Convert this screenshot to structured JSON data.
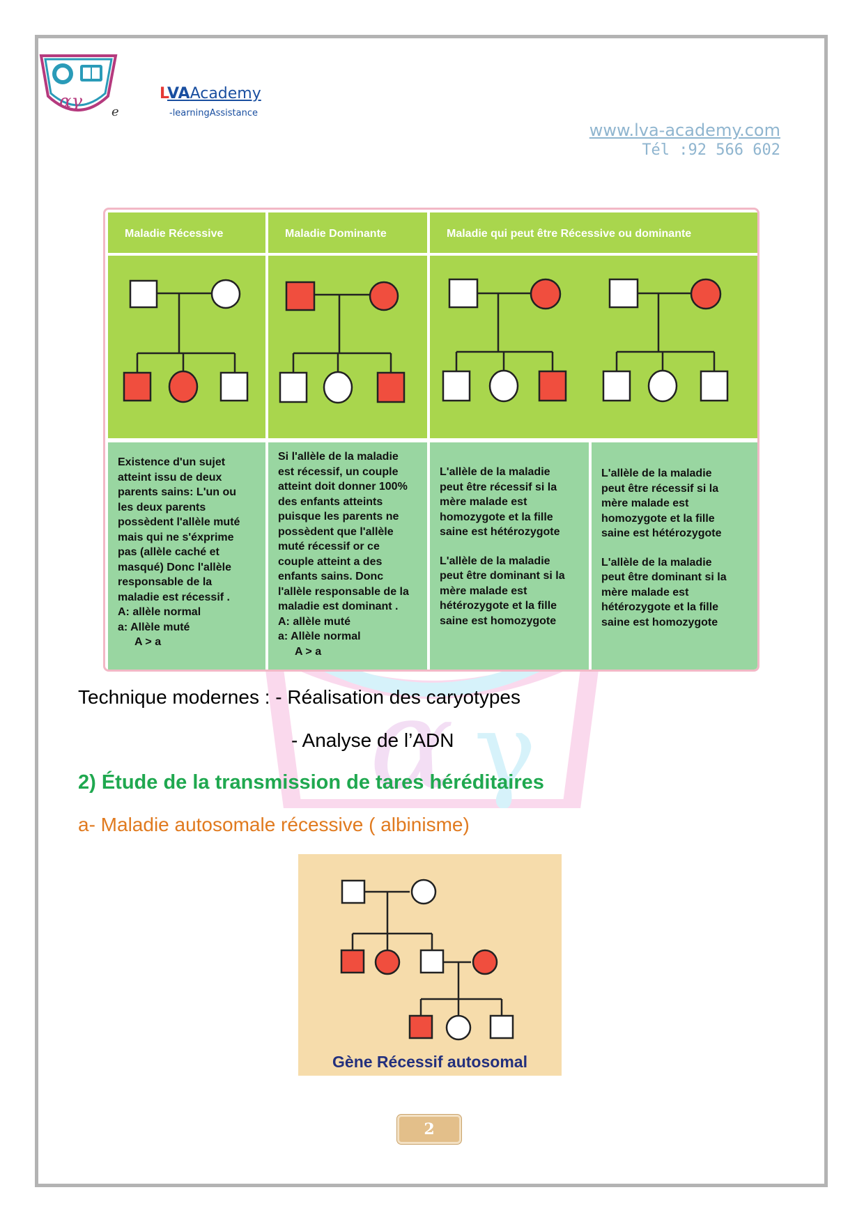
{
  "header": {
    "logo_text": "αγ",
    "logo_e": "e",
    "brand_l": "L",
    "brand_va": "VA",
    "brand_academy": "Academy",
    "tagline": "-learningAssistance",
    "website": "www.lva-academy.com",
    "phone": "Tél :92 566 602"
  },
  "figure_table": {
    "headers": [
      "Maladie Récessive",
      "Maladie Dominante",
      "Maladie qui peut être Récessive ou dominante"
    ],
    "recessive_text": [
      "Existence d'un sujet",
      "atteint issu de deux",
      "parents sains: L'un ou",
      "les deux parents",
      "possèdent l'allèle muté",
      "mais qui ne s'éxprime",
      "pas (allèle caché et",
      "masqué) Donc l'allèle",
      "responsable de la",
      "maladie est récessif .",
      "A:  allèle normal",
      "a:  Allèle muté",
      "A > a"
    ],
    "dominant_text": [
      "Si l'allèle de la maladie",
      "est récessif, un couple",
      "atteint doit donner 100%",
      "des enfants atteints",
      "puisque les parents ne",
      "possèdent que l'allèle",
      "muté récessif or ce",
      "couple atteint a des",
      "enfants sains. Donc",
      "l'allèle responsable de la",
      "maladie est dominant .",
      "A:  allèle muté",
      "a:  Allèle normal",
      "A > a"
    ],
    "either_text_1": [
      "L'allèle de la maladie",
      "peut être récessif si la",
      "mère malade est",
      "homozygote et la fille",
      "saine est hétérozygote"
    ],
    "either_text_2": [
      "L'allèle de la maladie",
      "peut être dominant si la",
      "mère malade est",
      "hétérozygote et la fille",
      "saine est homozygote"
    ]
  },
  "body": {
    "technique_line": "Technique modernes : - Réalisation des caryotypes",
    "analyse_line": "-  Analyse de l’ADN",
    "section_heading": "2) Étude de la transmission de tares héréditaires",
    "subsection_heading": "a- Maladie autosomale récessive ( albinisme)"
  },
  "figure_pedigree": {
    "caption": "Gène Récessif autosomal"
  },
  "colors": {
    "affected": "#f04e3e",
    "header_green": "#a9d64d",
    "text_green": "#99d6a1",
    "section_green": "#1fa84f",
    "subsection_orange": "#e07a1f"
  },
  "page": {
    "number": "2"
  }
}
